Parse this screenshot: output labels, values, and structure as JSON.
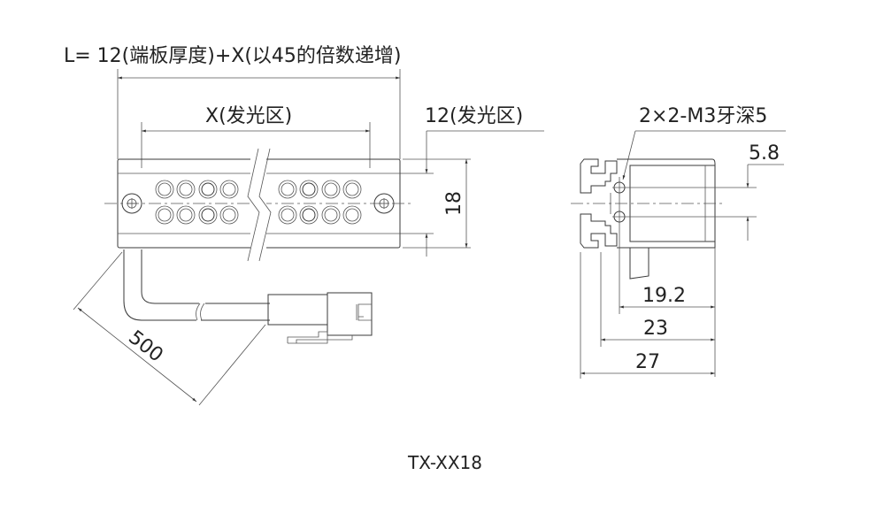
{
  "title": "L= 12(端板厚度)+X(以45的倍数递增)",
  "front_view": {
    "x_label": "X(发光区)",
    "end_label": "12(发光区)",
    "height_dim": "18",
    "cable_dim": "500"
  },
  "side_view": {
    "thread_note": "2×2-M3牙深5",
    "dim_5_8": "5.8",
    "dim_19_2": "19.2",
    "dim_23": "23",
    "dim_27": "27"
  },
  "model": "TX-XX18"
}
